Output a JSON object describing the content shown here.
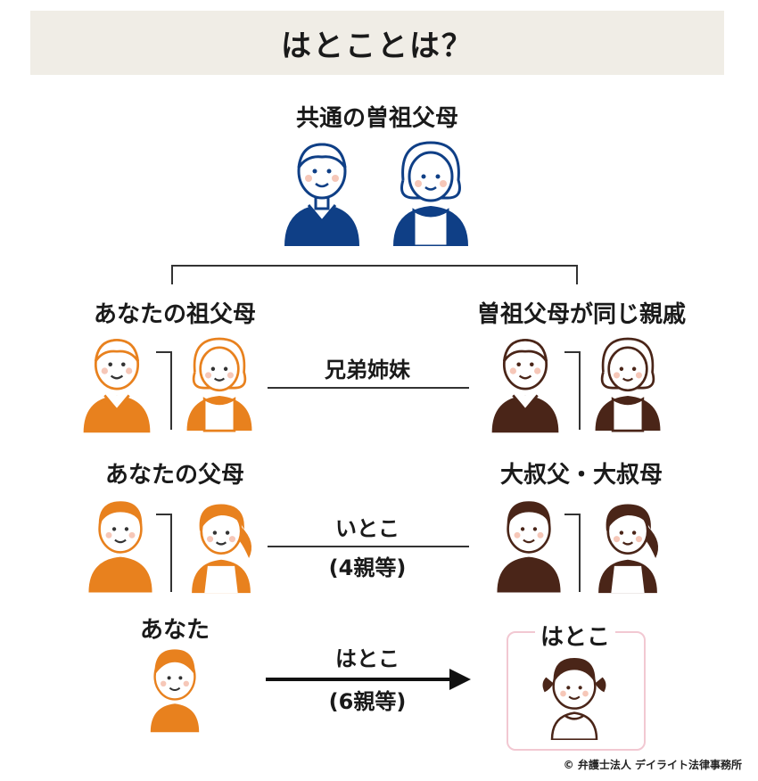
{
  "title": "はとことは？",
  "labels": {
    "great_grandparents": "共通の曽祖父母",
    "your_grandparents": "あなたの祖父母",
    "relative_grandparents": "曽祖父母が同じ親戚",
    "your_parents": "あなたの父母",
    "great_uncle_aunt": "大叔父・大叔母",
    "you": "あなた",
    "hatoko": "はとこ"
  },
  "relations": {
    "siblings": "兄弟姉妹",
    "cousin": "いとこ",
    "cousin_degree": "(4親等)",
    "hatoko": "はとこ",
    "hatoko_degree": "(6親等)"
  },
  "colors": {
    "navy": "#0f3f86",
    "orange": "#e8811e",
    "brown": "#4a2518",
    "skin": "#ffffff",
    "pink_border": "#f2c8d2"
  },
  "credit": "© 弁護士法人 デイライト法律事務所"
}
